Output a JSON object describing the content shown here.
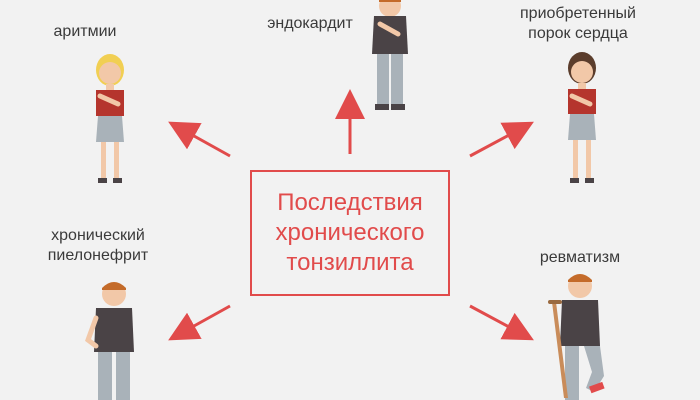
{
  "center": {
    "text": "Последствия\nхронического\nтонзиллита"
  },
  "conditions": [
    {
      "id": "arrhythmia",
      "label": "аритмии"
    },
    {
      "id": "endocarditis",
      "label": "эндокардит"
    },
    {
      "id": "heart_defect",
      "label": "приобретенный\nпорок сердца"
    },
    {
      "id": "pyelonephritis",
      "label": "хронический\nпиелонефрит"
    },
    {
      "id": "rheumatism",
      "label": "ревматизм"
    }
  ],
  "colors": {
    "arrow": "#e14b4b",
    "box_border": "#e14b4b",
    "skin": "#f2c8a8",
    "dark_top": "#4a4346",
    "light_top": "#d3d3d3",
    "pants": "#a9b2b9",
    "hair_blond": "#f1cf53",
    "hair_brown": "#5b3d2c",
    "hair_orange": "#c46b2a",
    "blouse_red": "#b5352d"
  },
  "icons": [
    "person-icon",
    "arrow-icon",
    "crutch-icon"
  ]
}
